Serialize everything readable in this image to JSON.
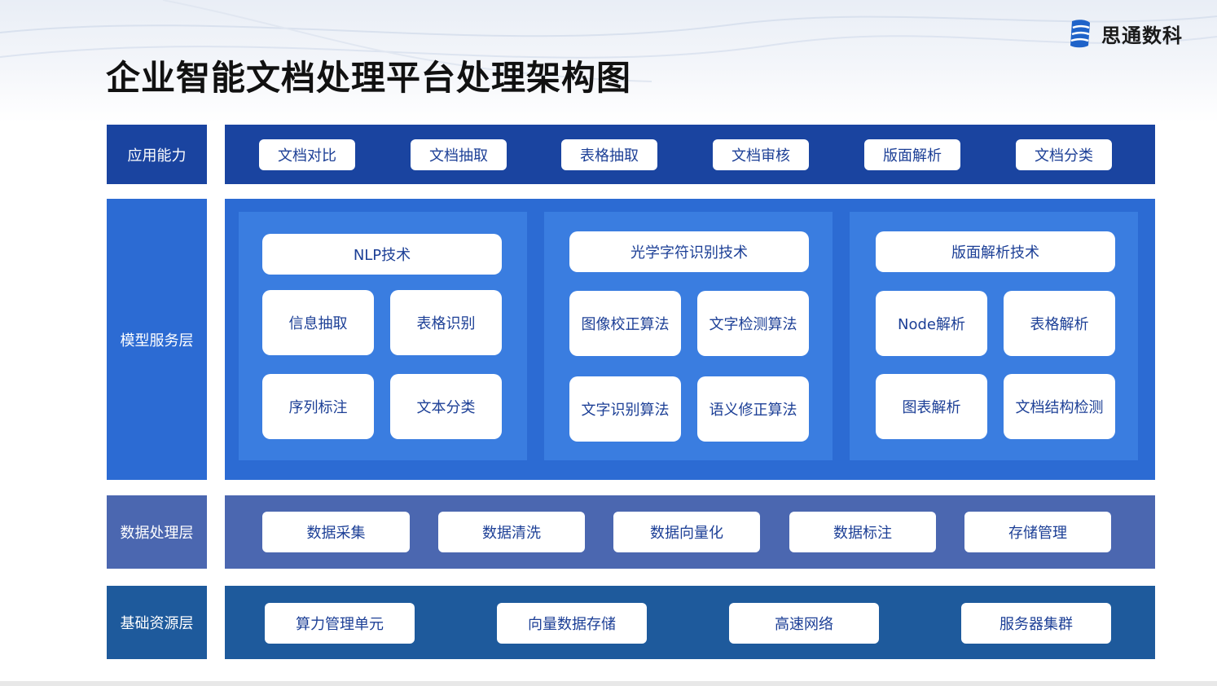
{
  "title": "企业智能文档处理平台处理架构图",
  "logo": {
    "text": "思通数科",
    "icon": "sail-logo-icon"
  },
  "colors": {
    "app_layer": "#1a44a0",
    "model_layer": "#2c6bd3",
    "model_group": "#3a7de0",
    "data_layer": "#4b67b0",
    "infra_layer": "#1e5a9c"
  },
  "layers": {
    "application": {
      "label": "应用能力",
      "items": [
        "文档对比",
        "文档抽取",
        "表格抽取",
        "文档审核",
        "版面解析",
        "文档分类"
      ]
    },
    "model": {
      "label": "模型服务层",
      "groups": [
        {
          "header": "NLP技术",
          "items": [
            "信息抽取",
            "表格识别",
            "序列标注",
            "文本分类"
          ]
        },
        {
          "header": "光学字符识别技术",
          "items": [
            "图像校正算法",
            "文字检测算法",
            "文字识别算法",
            "语义修正算法"
          ]
        },
        {
          "header": "版面解析技术",
          "items": [
            "Node解析",
            "表格解析",
            "图表解析",
            "文档结构检测"
          ]
        }
      ]
    },
    "data": {
      "label": "数据处理层",
      "items": [
        "数据采集",
        "数据清洗",
        "数据向量化",
        "数据标注",
        "存储管理"
      ]
    },
    "infrastructure": {
      "label": "基础资源层",
      "items": [
        "算力管理单元",
        "向量数据存储",
        "高速网络",
        "服务器集群"
      ]
    }
  }
}
